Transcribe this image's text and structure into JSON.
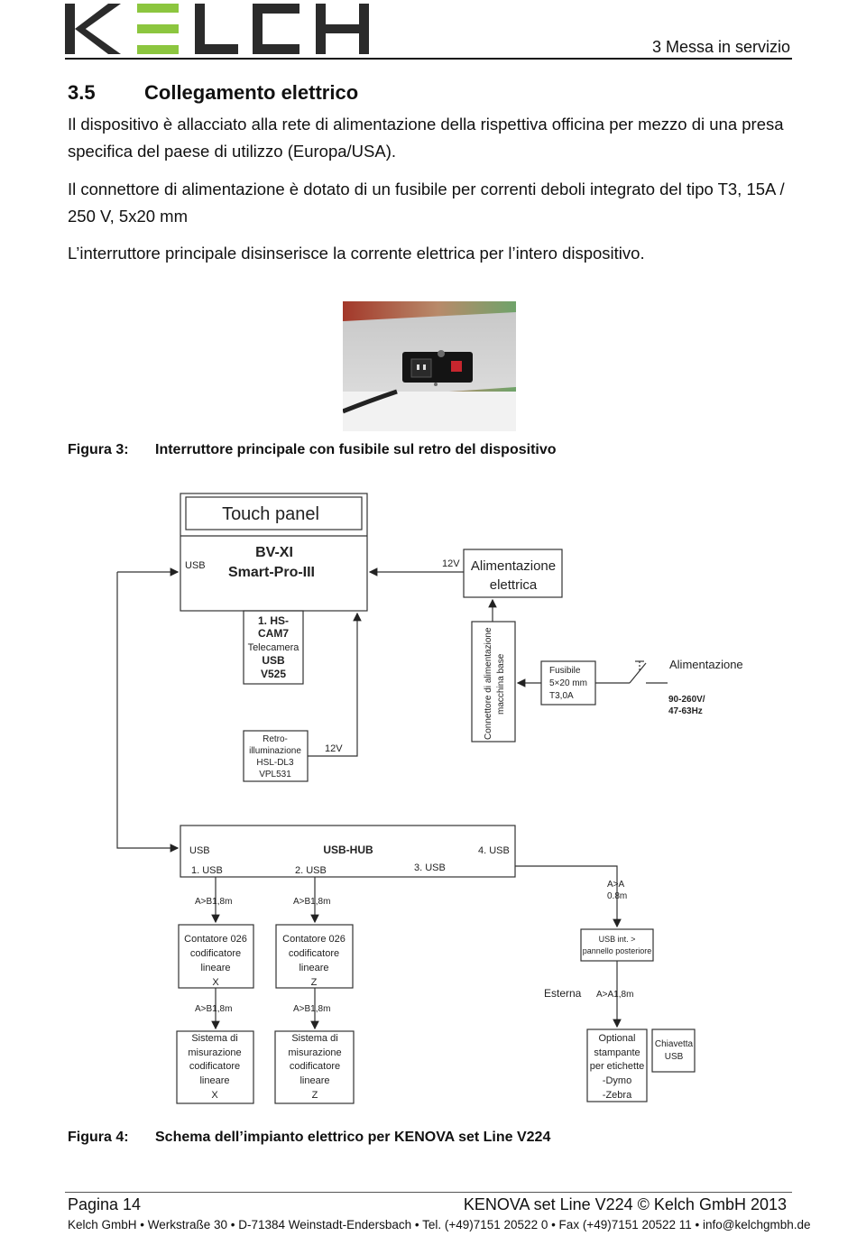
{
  "header": {
    "logo_text": "KELCH",
    "chapter": "3 Messa in servizio"
  },
  "section": {
    "number": "3.5",
    "title": "Collegamento elettrico"
  },
  "paragraphs": [
    "Il dispositivo è allacciato alla rete di alimentazione della rispettiva officina per mezzo di una presa specifica del paese di utilizzo (Europa/USA).",
    "Il connettore di alimentazione è dotato di un fusibile per correnti deboli integrato del tipo T3, 15A / 250 V, 5x20 mm",
    "L’interruttore principale disinserisce la corrente elettrica per l’intero dispositivo."
  ],
  "figure3": {
    "label": "Figura 3:",
    "caption": "Interruttore principale con fusibile sul retro del dispositivo"
  },
  "diagram": {
    "touch_panel": "Touch panel",
    "bvxi_l1": "BV-XI",
    "bvxi_l2": "Smart-Pro-III",
    "bvxi_usb": "USB",
    "psu_12v": "12V",
    "psu_l1": "Alimentazione",
    "psu_l2": "elettrica",
    "cam": [
      "1. HS-",
      "CAM7",
      "Telecamera",
      "USB",
      "V525"
    ],
    "backlight": [
      "Retro-",
      "illuminazione",
      "HSL-DL3",
      "VPL531"
    ],
    "backlight_12v": "12V",
    "connector_l1": "Connettore di alimentazione",
    "connector_l2": "macchina base",
    "fuse": [
      "Fusibile",
      "5×20 mm",
      "T3,0A"
    ],
    "mains_label": "Alimentazione",
    "mains_spec": [
      "90-260V/",
      "47-63Hz"
    ],
    "hub_usb": "USB",
    "hub_title": "USB-HUB",
    "hub_port1": "1. USB",
    "hub_port2": "2. USB",
    "hub_port3": "3. USB",
    "hub_port4": "4. USB",
    "cable_ab1": "A>B1,8m",
    "cable_ab2": "A>B1,8m",
    "cable_ab3": "A>B1,8m",
    "cable_ab4": "A>B1,8m",
    "cable_aa": [
      "A>A",
      "0.8m"
    ],
    "counter_x": [
      "Contatore 026",
      "codificatore",
      "lineare",
      "X"
    ],
    "counter_z": [
      "Contatore 026",
      "codificatore",
      "lineare",
      "Z"
    ],
    "usb_int": [
      "USB int. >",
      "pannello posteriore"
    ],
    "external": "Esterna",
    "cable_aa2": "A>A1,8m",
    "meas_x": [
      "Sistema di",
      "misurazione",
      "codificatore",
      "lineare",
      "X"
    ],
    "meas_z": [
      "Sistema di",
      "misurazione",
      "codificatore",
      "lineare",
      "Z"
    ],
    "printer": [
      "Optional",
      "stampante",
      "per etichette",
      "-Dymo",
      "-Zebra"
    ],
    "usb_key": [
      "Chiavetta",
      "USB"
    ]
  },
  "figure4": {
    "label": "Figura 4:",
    "caption": "Schema dell’impianto elettrico per KENOVA set Line V224"
  },
  "footer": {
    "page": "Pagina 14",
    "doc": "KENOVA set Line V224 © Kelch GmbH 2013",
    "address": "Kelch GmbH  •  Werkstraße 30  •  D-71384 Weinstadt-Endersbach  •  Tel. (+49)7151 20522 0 • Fax (+49)7151 20522 11 • info@kelchgmbh.de"
  },
  "colors": {
    "logo_dark": "#2b2b2b",
    "logo_green": "#8cc63f"
  }
}
